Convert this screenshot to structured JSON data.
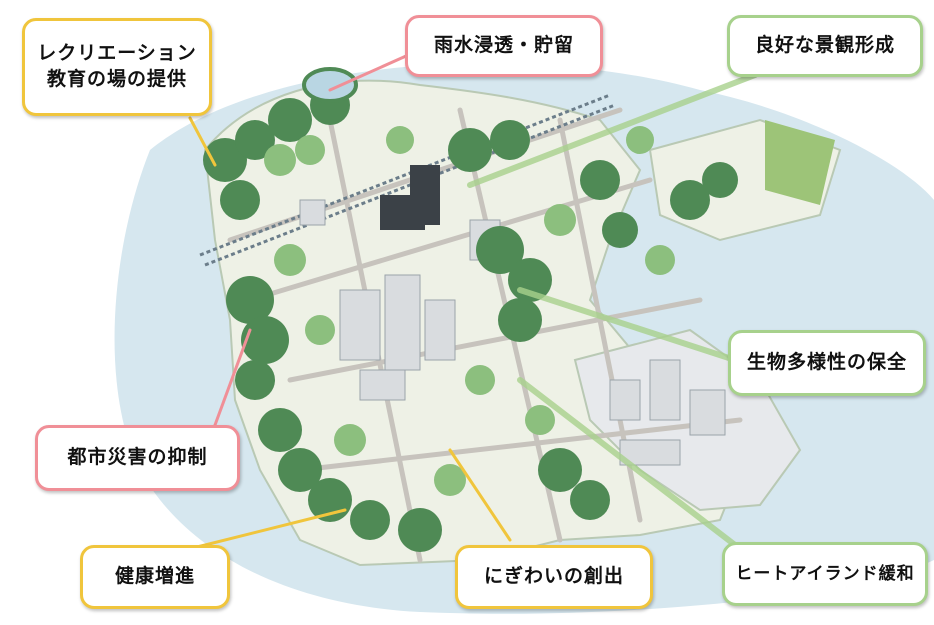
{
  "colors": {
    "water": "#d6e7ef",
    "land": "#eef1e6",
    "tree_dark": "#4f8a55",
    "tree_light": "#8cbf7e",
    "road": "#c7c3bd",
    "rail": "#6b7d8a",
    "building": "#d9dcdf",
    "pink_border": "#f08f97",
    "yellow_border": "#f0c53c",
    "green_border": "#a7d18c"
  },
  "labels": {
    "recreation_line1": "レクリエーション",
    "recreation_line2": "教育の場の提供",
    "rainwater": "雨水浸透・貯留",
    "landscape": "良好な景観形成",
    "biodiversity": "生物多様性の保全",
    "disaster": "都市災害の抑制",
    "health": "健康増進",
    "bustle": "にぎわいの創出",
    "heat_island": "ヒートアイランド緩和"
  }
}
